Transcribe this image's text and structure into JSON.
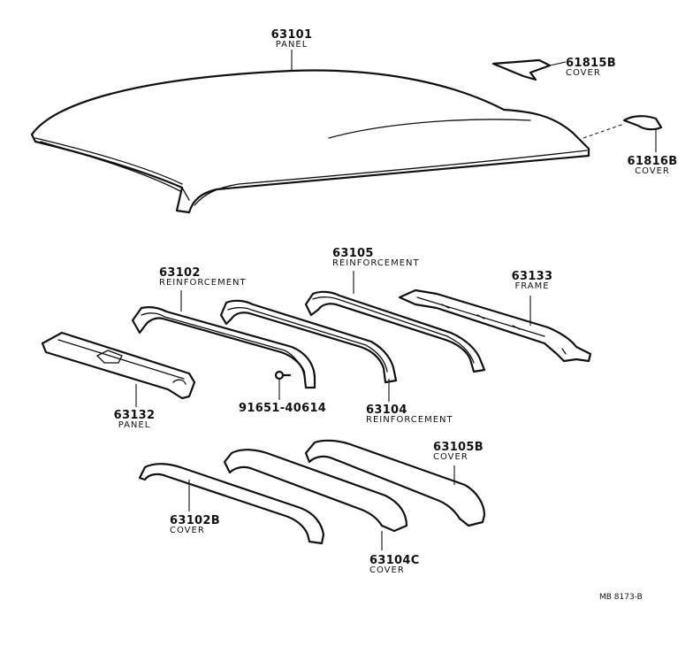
{
  "parts": {
    "p63101": {
      "number": "63101",
      "name": "PANEL"
    },
    "p61815B": {
      "number": "61815B",
      "name": "COVER"
    },
    "p61816B": {
      "number": "61816B",
      "name": "COVER"
    },
    "p63102": {
      "number": "63102",
      "name": "REINFORCEMENT"
    },
    "p63105": {
      "number": "63105",
      "name": "REINFORCEMENT"
    },
    "p63133": {
      "number": "63133",
      "name": "FRAME"
    },
    "p63132": {
      "number": "63132",
      "name": "PANEL"
    },
    "p91651": {
      "number": "91651-40614"
    },
    "p63104": {
      "number": "63104",
      "name": "REINFORCEMENT"
    },
    "p63105B": {
      "number": "63105B",
      "name": "COVER"
    },
    "p63102B": {
      "number": "63102B",
      "name": "COVER"
    },
    "p63104C": {
      "number": "63104C",
      "name": "COVER"
    }
  },
  "diagram_ref": "MB 8173-B"
}
